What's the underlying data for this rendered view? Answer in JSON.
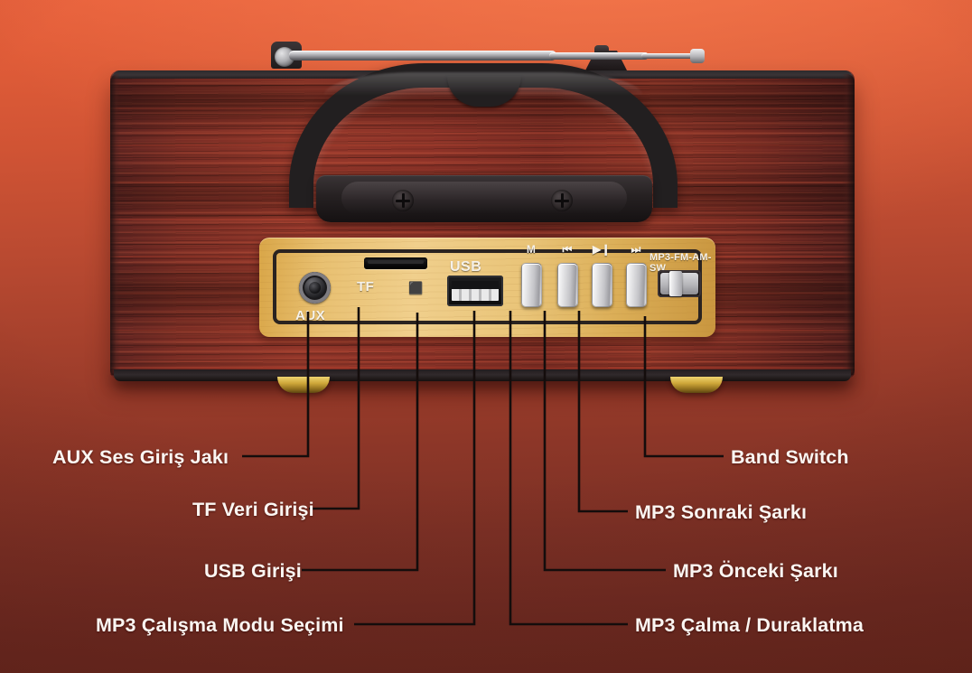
{
  "scene": {
    "title": "Retro wooden bluetooth radio speaker — rear control panel annotated",
    "background_top_color": "#e8613c",
    "background_bottom_color": "#68291f"
  },
  "device": {
    "cabinet_color": "#8e3328",
    "panel_color": "#eac478",
    "foot_color": "#cfa83a",
    "handle_color": "#221f20",
    "antenna_color": "#c9c9ce"
  },
  "panel": {
    "port_labels": {
      "aux": "AUX",
      "tf": "TF",
      "card_icon": "⬛",
      "usb": "USB",
      "band_switch": "MP3-FM-AM-SW"
    },
    "buttons": [
      {
        "cap": "M",
        "name": "mode-button"
      },
      {
        "cap": "⏮",
        "name": "previous-button"
      },
      {
        "cap": "▶❙",
        "name": "play-pause-button"
      },
      {
        "cap": "⏭",
        "name": "next-button"
      }
    ]
  },
  "annotations": {
    "left": [
      {
        "text": "AUX Ses Giriş Jakı",
        "target": "aux-jack"
      },
      {
        "text": "TF Veri Girişi",
        "target": "tf-slot"
      },
      {
        "text": "USB Girişi",
        "target": "usb-port"
      },
      {
        "text": "MP3 Çalışma Modu Seçimi",
        "target": "mode-button"
      }
    ],
    "right": [
      {
        "text": "Band Switch",
        "target": "band-switch"
      },
      {
        "text": "MP3 Sonraki Şarkı",
        "target": "next-button"
      },
      {
        "text": "MP3 Önceki Şarkı",
        "target": "previous-button"
      },
      {
        "text": "MP3 Çalma / Duraklatma",
        "target": "play-pause-button"
      }
    ]
  },
  "leader_lines": {
    "color": "#140d0c",
    "width": 2.6
  }
}
